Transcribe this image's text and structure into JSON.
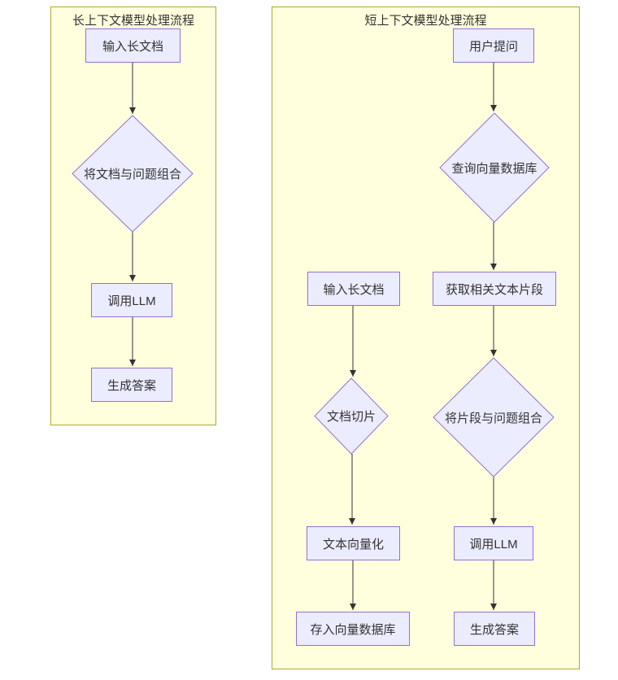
{
  "diagram": {
    "type": "flowchart",
    "subgraphs": {
      "long": {
        "title": "长上下文模型处理流程"
      },
      "short": {
        "title": "短上下文模型处理流程"
      }
    },
    "nodes": {
      "long_input": {
        "label": "输入长文档",
        "shape": "rect"
      },
      "long_combine": {
        "label": "将文档与问题组合",
        "shape": "diamond"
      },
      "long_llm": {
        "label": "调用LLM",
        "shape": "rect"
      },
      "long_answer": {
        "label": "生成答案",
        "shape": "rect"
      },
      "short_question": {
        "label": "用户提问",
        "shape": "rect"
      },
      "short_query": {
        "label": "查询向量数据库",
        "shape": "diamond"
      },
      "short_fragments": {
        "label": "获取相关文本片段",
        "shape": "rect"
      },
      "short_combine": {
        "label": "将片段与问题组合",
        "shape": "diamond"
      },
      "short_llm": {
        "label": "调用LLM",
        "shape": "rect"
      },
      "short_answer": {
        "label": "生成答案",
        "shape": "rect"
      },
      "short_input": {
        "label": "输入长文档",
        "shape": "rect"
      },
      "short_slice": {
        "label": "文档切片",
        "shape": "diamond"
      },
      "short_vectorize": {
        "label": "文本向量化",
        "shape": "rect"
      },
      "short_store": {
        "label": "存入向量数据库",
        "shape": "rect"
      }
    },
    "edges": [
      {
        "from": "long_input",
        "to": "long_combine"
      },
      {
        "from": "long_combine",
        "to": "long_llm"
      },
      {
        "from": "long_llm",
        "to": "long_answer"
      },
      {
        "from": "short_question",
        "to": "short_query"
      },
      {
        "from": "short_query",
        "to": "short_fragments"
      },
      {
        "from": "short_fragments",
        "to": "short_combine"
      },
      {
        "from": "short_combine",
        "to": "short_llm"
      },
      {
        "from": "short_llm",
        "to": "short_answer"
      },
      {
        "from": "short_input",
        "to": "short_slice"
      },
      {
        "from": "short_slice",
        "to": "short_vectorize"
      },
      {
        "from": "short_vectorize",
        "to": "short_store"
      }
    ],
    "colors": {
      "subgraph_fill": "#ffffde",
      "subgraph_border": "#aaaa33",
      "node_fill": "#ececff",
      "node_border": "#9370db",
      "edge": "#333333",
      "text": "#333333"
    }
  }
}
